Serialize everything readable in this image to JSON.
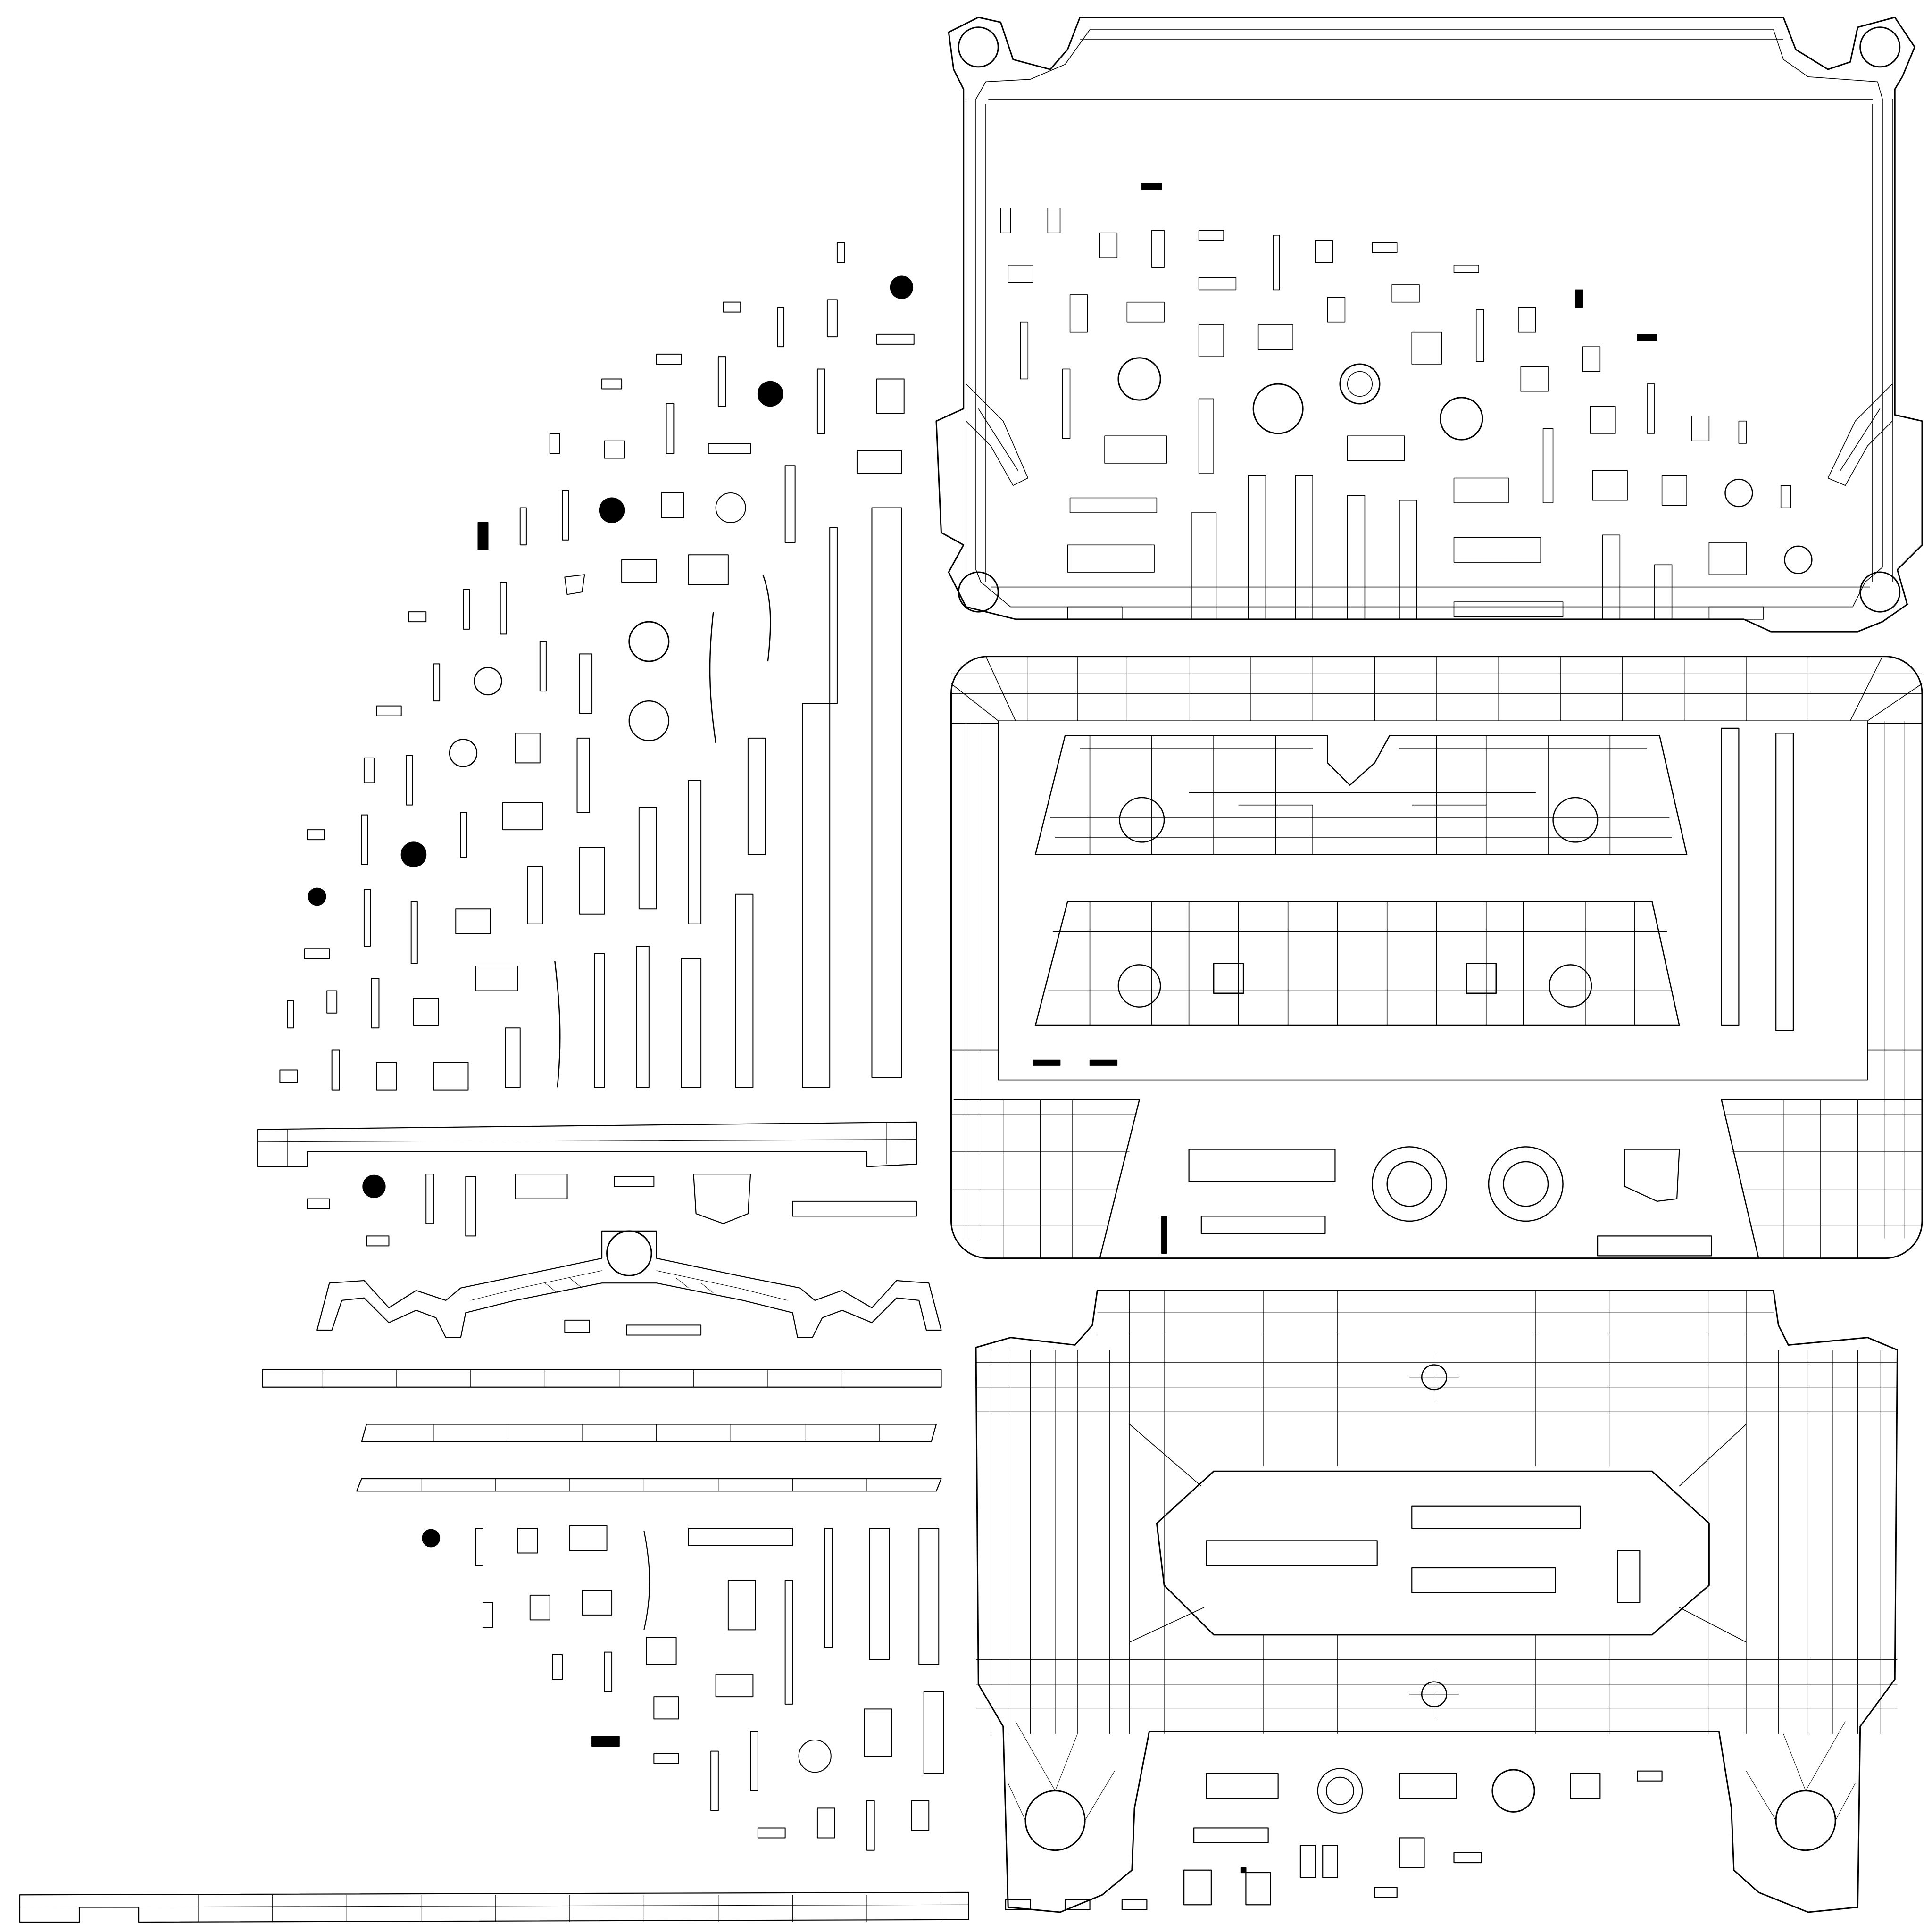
{
  "diagram": {
    "background": "#ffffff",
    "line_color": "#000000",
    "fill_color": "#000000",
    "parts": [
      "cassette-back-shell-uv",
      "cassette-front-label-face-uv",
      "cassette-bottom-shell-uv",
      "scattered-small-islands-uv",
      "long-edge-strips-uv",
      "tape-guide-arch-uv"
    ]
  }
}
